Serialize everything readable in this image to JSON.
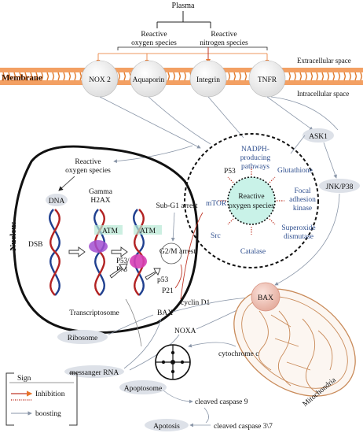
{
  "top": {
    "plasma": "Plasma",
    "ros_line1": "Reactive",
    "ros_line2": "oxygen species",
    "rns_line1": "Reactive",
    "rns_line2": "nitrogen species"
  },
  "membrane": {
    "label": "Membrane",
    "extracellular": "Extracellular space",
    "intracellular": "Intracellular space",
    "receptors": [
      "NOX 2",
      "Aquaporin",
      "Integrin",
      "TNFR"
    ]
  },
  "ros_hub": {
    "center_line1": "Reactive",
    "center_line2": "oxygen species",
    "p53": "P53",
    "nadph_line1": "NADPH-",
    "nadph_line2": "producing",
    "nadph_line3": "pathways",
    "glutathione": "Glutathione",
    "focal_line1": "Focal",
    "focal_line2": "adhesion",
    "focal_line3": "kinase",
    "mtor": "mTOR",
    "src": "Src",
    "catalase": "Catalase",
    "sod_line1": "Superoxide",
    "sod_line2": "dismutase"
  },
  "nucleus": {
    "label": "Nucleus",
    "ros_line1": "Reactive",
    "ros_line2": "oxygen species",
    "dna": "DNA",
    "gamma_line1": "Gamma",
    "gamma_line2": "H2AX",
    "dsb": "DSB",
    "atm1": "ATM",
    "atm2": "ATM",
    "p53_p73_line1": "P53/",
    "p53_p73_line2": "P73",
    "p53": "p53",
    "transcriptosome": "Transcriptosome"
  },
  "pathway": {
    "sub_g1": "Sub-G1 arrest",
    "g2m": "G2/M arrest",
    "p21": "P21",
    "cyclin": "cyclin D1",
    "bax": "BAX",
    "noxa": "NOXA",
    "ribosome": "Ribosome",
    "mrna": "messanger RNA",
    "bax_mito": "BAX",
    "ask1": "ASK1",
    "jnk": "JNK/P38",
    "cytochrome": "cytochrome c",
    "mitochondria": "Mitochondria",
    "apoptosome": "Apoptosome",
    "caspase9": "cleaved caspase 9",
    "apotosis": "Apotosis",
    "caspase37": "cleaved caspase 3\\7"
  },
  "legend": {
    "title": "Sign",
    "inhibition": "Inhibition",
    "boosting": "boosting"
  },
  "colors": {
    "membrane": "#f08a3c",
    "arrow_orange": "#e8742a",
    "inhibit_red": "#c0392b",
    "mito": "#c98b5a",
    "ros_core": "#c9f2e8",
    "label_blue": "#2f4f8f"
  }
}
